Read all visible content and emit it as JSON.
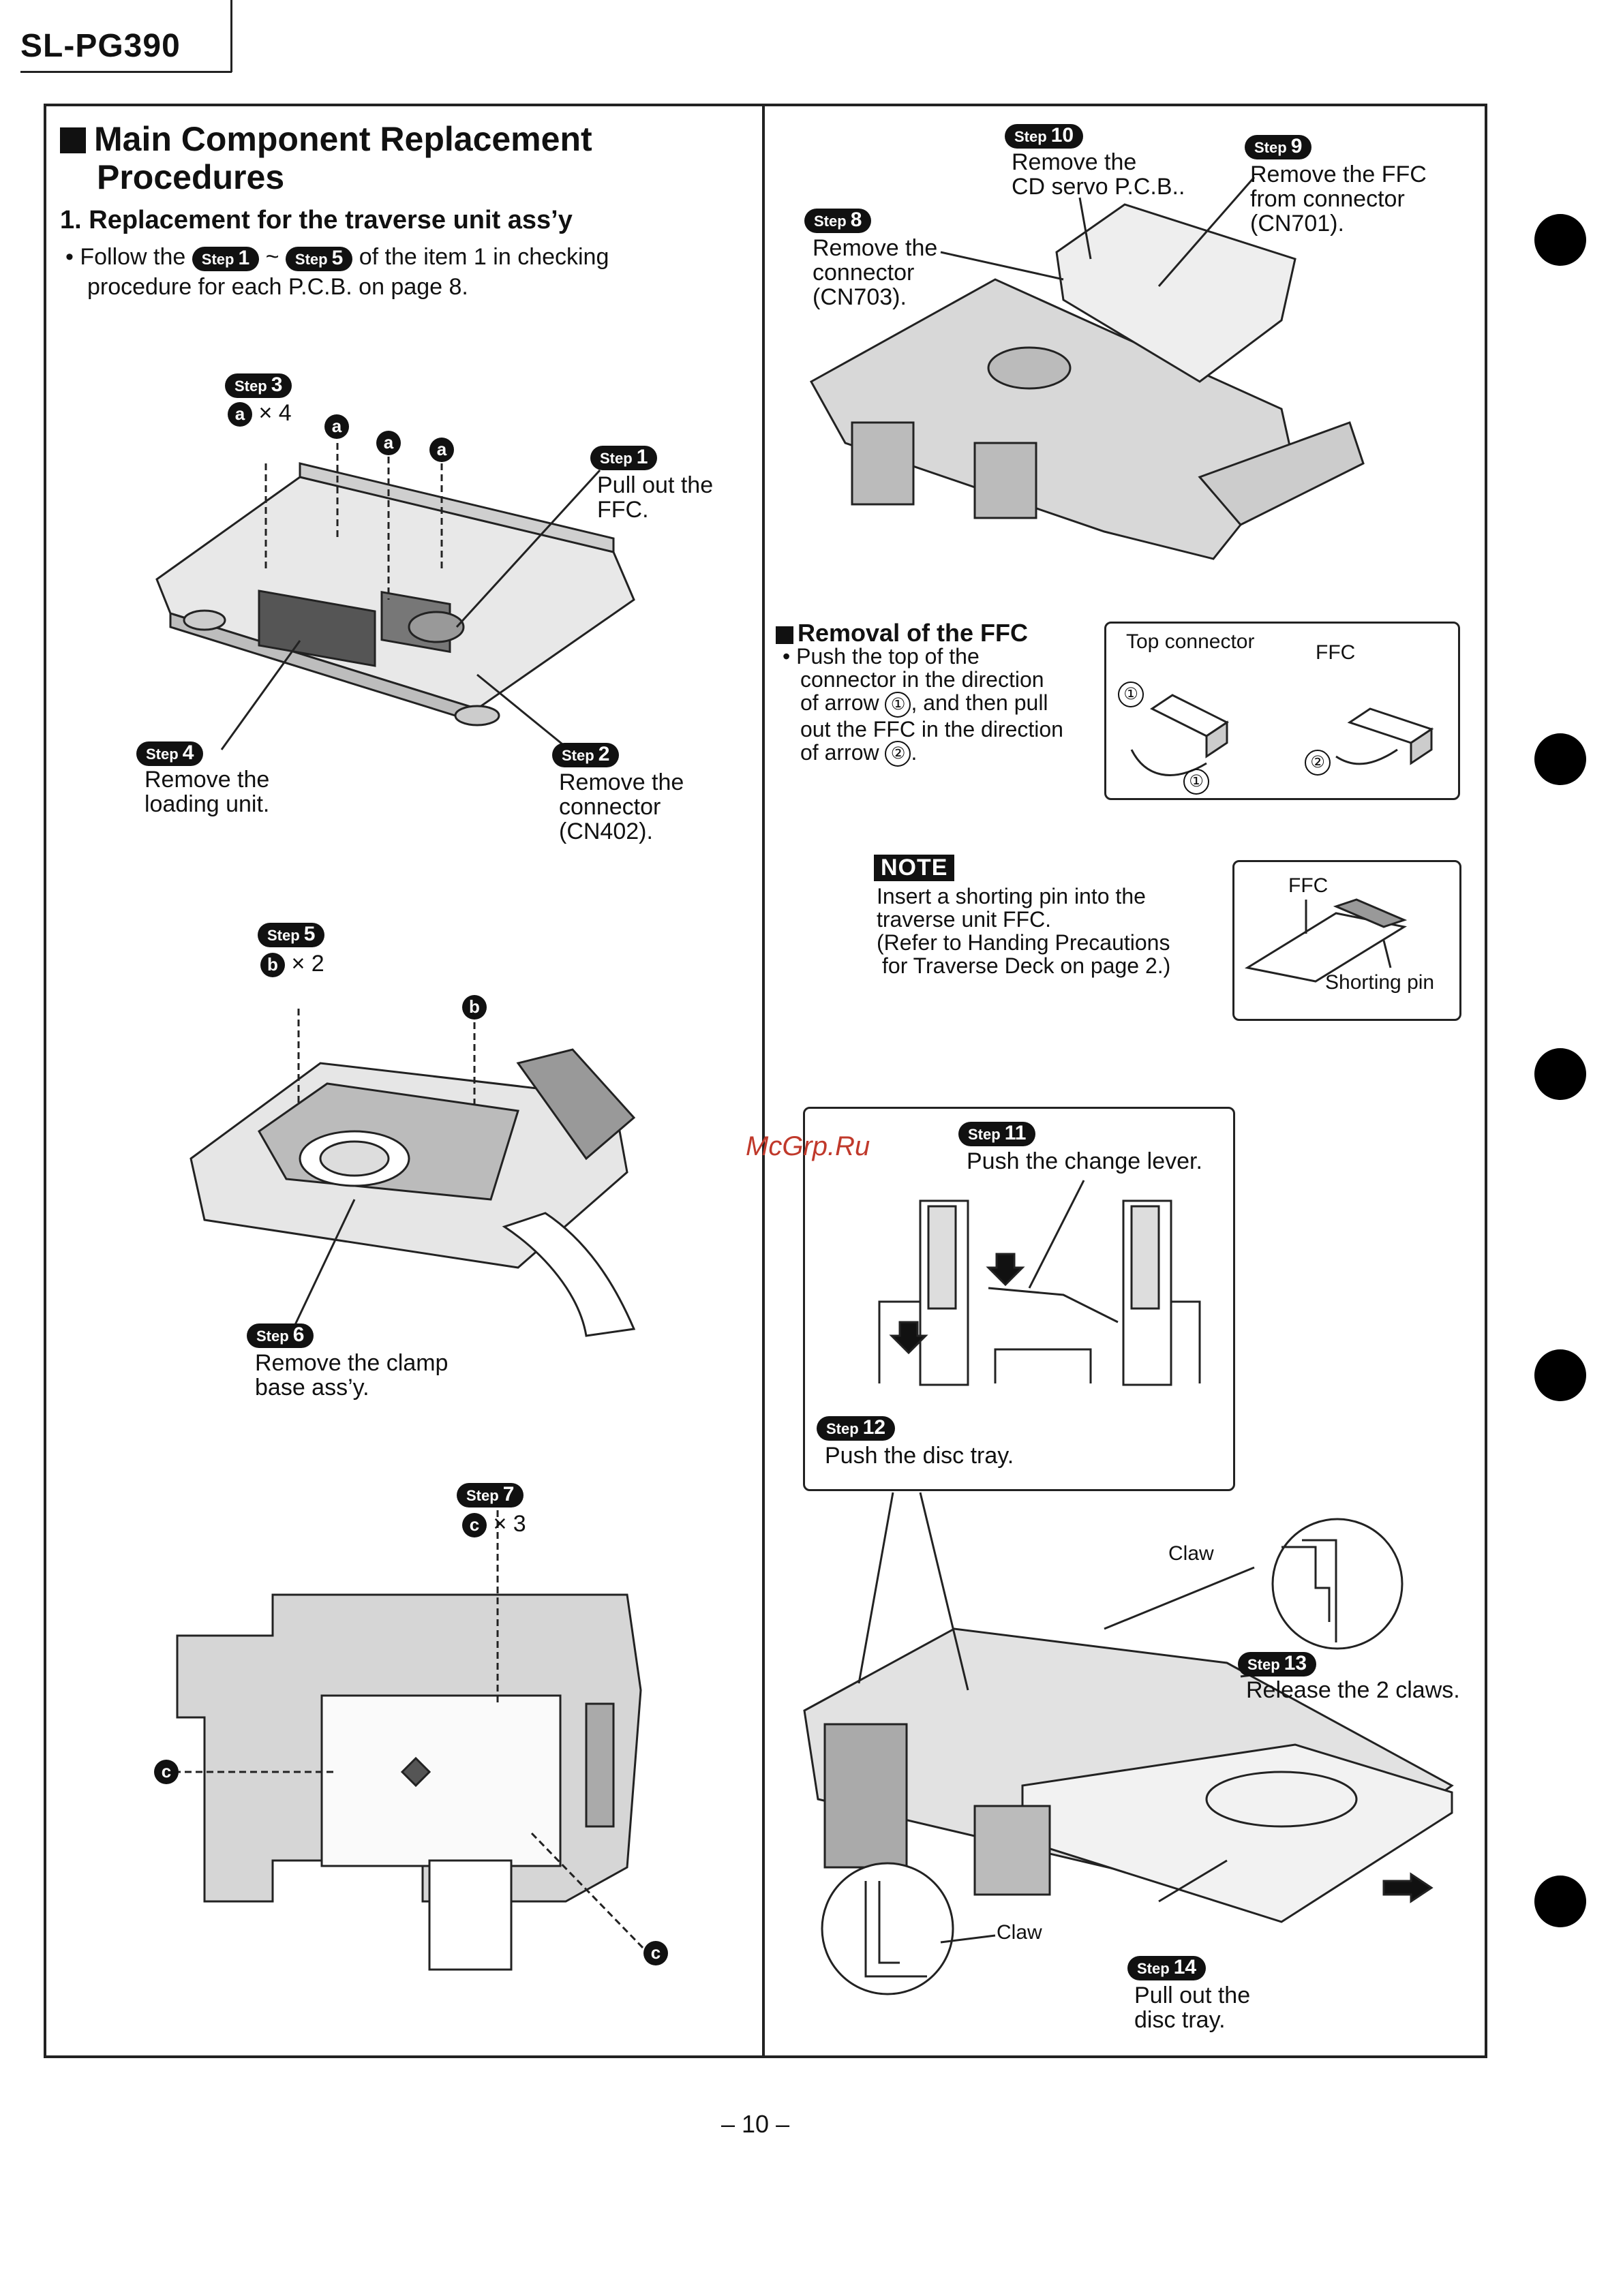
{
  "header": {
    "model": "SL-PG390"
  },
  "left": {
    "title_line1": "Main Component Replacement",
    "title_line2": "Procedures",
    "subtitle": "1. Replacement for the traverse unit ass’y",
    "follow_pre": "• Follow the",
    "follow_step_a": "1",
    "follow_tilde": "~",
    "follow_step_b": "5",
    "follow_post": "of the item 1 in checking",
    "follow_line2": "procedure for each P.C.B. on page 8.",
    "step_word": "Step",
    "steps": {
      "s1": {
        "num": "1",
        "line1": "Pull out the",
        "line2": "FFC."
      },
      "s2": {
        "num": "2",
        "line1": "Remove the",
        "line2": "connector",
        "line3": "(CN402)."
      },
      "s3": {
        "num": "3",
        "screw": "a",
        "count": "× 4"
      },
      "s4": {
        "num": "4",
        "line1": "Remove the",
        "line2": "loading unit."
      },
      "s5": {
        "num": "5",
        "screw": "b",
        "count": "× 2"
      },
      "s6": {
        "num": "6",
        "line1": "Remove the clamp",
        "line2": "base ass’y."
      },
      "s7": {
        "num": "7",
        "screw": "c",
        "count": "× 3"
      }
    },
    "screw_marks": {
      "a": "a",
      "b": "b",
      "c": "c"
    }
  },
  "right": {
    "step_word": "Step",
    "s8": {
      "num": "8",
      "line1": "Remove the",
      "line2": "connector",
      "line3": "(CN703)."
    },
    "s9": {
      "num": "9",
      "line1": "Remove the FFC",
      "line2": "from connector",
      "line3": "(CN701)."
    },
    "s10": {
      "num": "10",
      "line1": "Remove the",
      "line2": "CD servo P.C.B.."
    },
    "ffc_removal": {
      "title": "Removal of the FFC",
      "line1": "• Push the top of the",
      "line2": "connector in the direction",
      "line3_pre": "of arrow",
      "line3_post": ", and then pull",
      "line4": "out the FFC in the direction",
      "line5_pre": "of arrow",
      "line5_post": ".",
      "arrow1": "①",
      "arrow2": "②",
      "box_top_connector": "Top connector",
      "box_ffc": "FFC"
    },
    "note": {
      "tag": "NOTE",
      "line1": "Insert a shorting pin into the",
      "line2": "traverse unit FFC.",
      "line3": "(Refer to Handing Precautions",
      "line4": "for Traverse Deck on page 2.)",
      "box_ffc": "FFC",
      "box_pin": "Shorting pin"
    },
    "s11": {
      "num": "11",
      "line1": "Push the change lever."
    },
    "s12": {
      "num": "12",
      "line1": "Push the disc tray."
    },
    "s13": {
      "num": "13",
      "line1": "Release the 2 claws."
    },
    "s14": {
      "num": "14",
      "line1": "Pull out the",
      "line2": "disc tray."
    },
    "claw_top": "Claw",
    "claw_bottom": "Claw"
  },
  "watermark": "McGrp.Ru",
  "footer": {
    "page": "– 10 –"
  }
}
